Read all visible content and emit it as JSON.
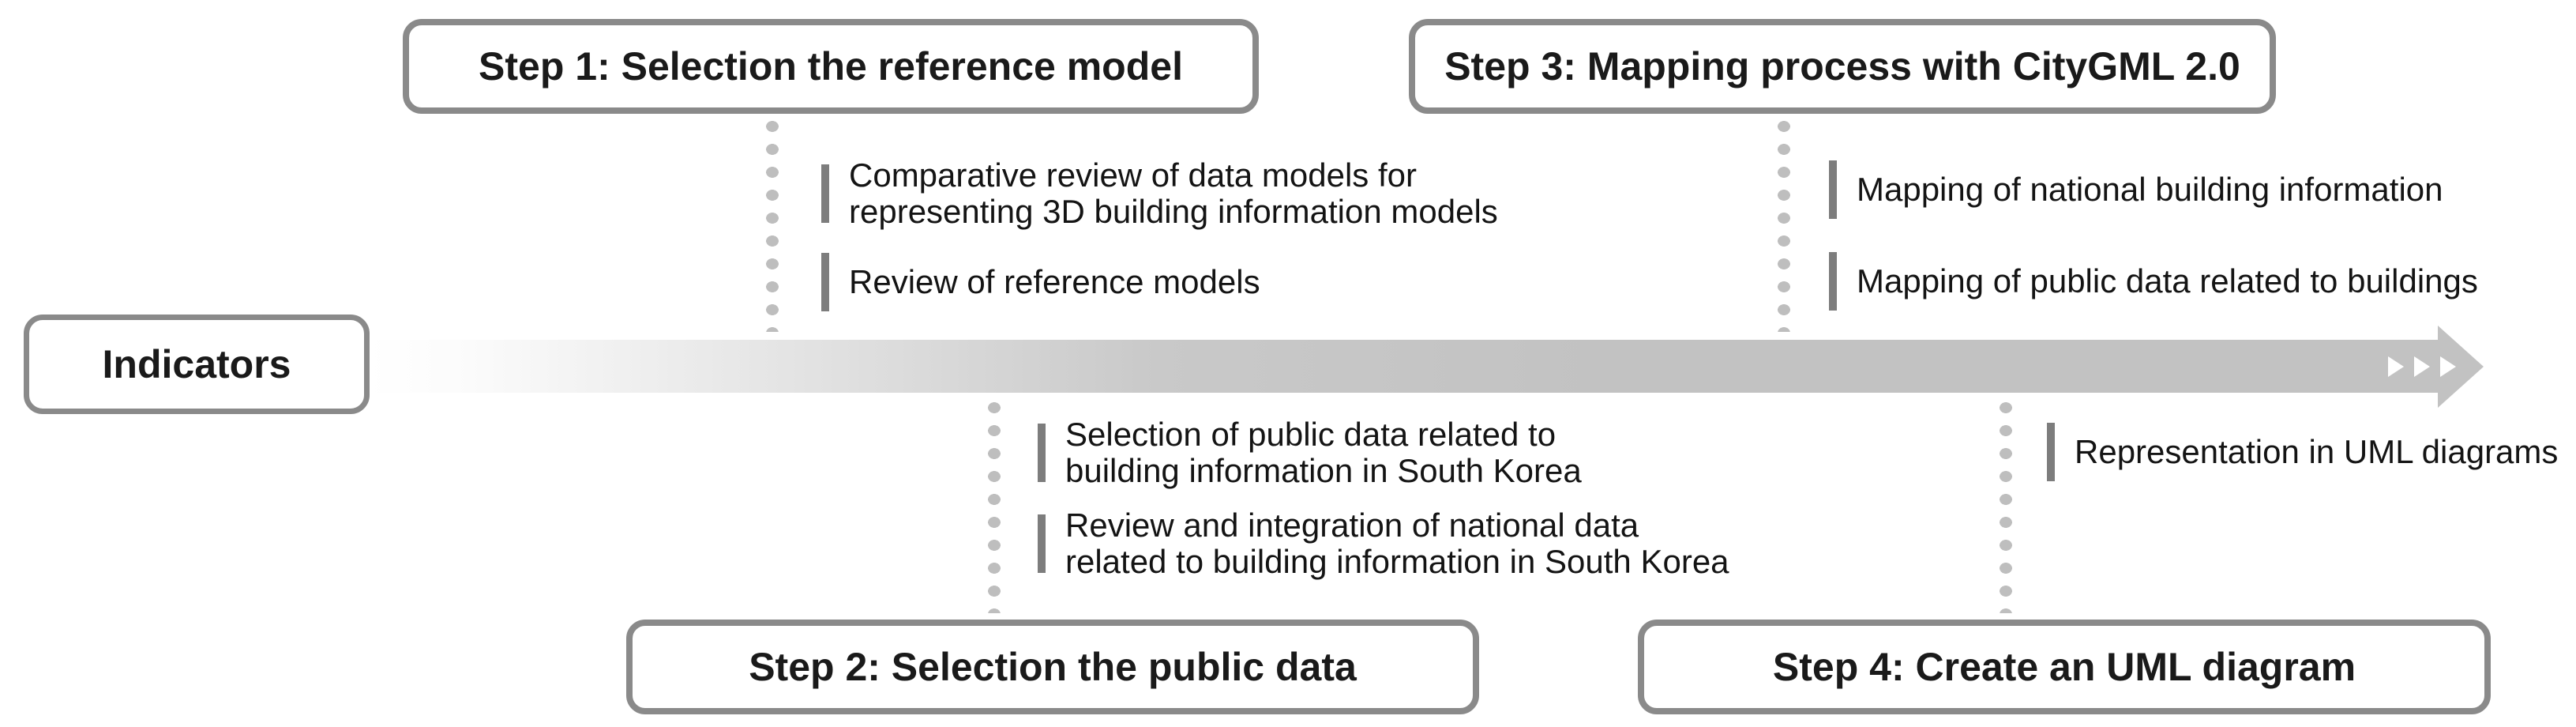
{
  "indicators": {
    "label": "Indicators"
  },
  "steps": [
    {
      "title": "Step 1: Selection the reference model",
      "bullets": [
        "Comparative review of data models for\nrepresenting 3D building information models",
        "Review of reference models"
      ]
    },
    {
      "title": "Step 2: Selection the public data",
      "bullets": [
        "Selection of public data related to\nbuilding information in South Korea",
        "Review and integration of national data\nrelated to building information in South Korea"
      ]
    },
    {
      "title": "Step 3: Mapping process with CityGML 2.0",
      "bullets": [
        "Mapping of national building information",
        "Mapping of public data related to buildings"
      ]
    },
    {
      "title": "Step 4: Create an UML diagram",
      "bullets": [
        "Representation in UML diagrams"
      ]
    }
  ],
  "colors": {
    "box_border": "#8a8a8a",
    "arrow_body": "#c2c2c2",
    "connector_dots": "#bebebe",
    "bullet_bar": "#7d7d7d",
    "text": "#1a1a1a"
  }
}
